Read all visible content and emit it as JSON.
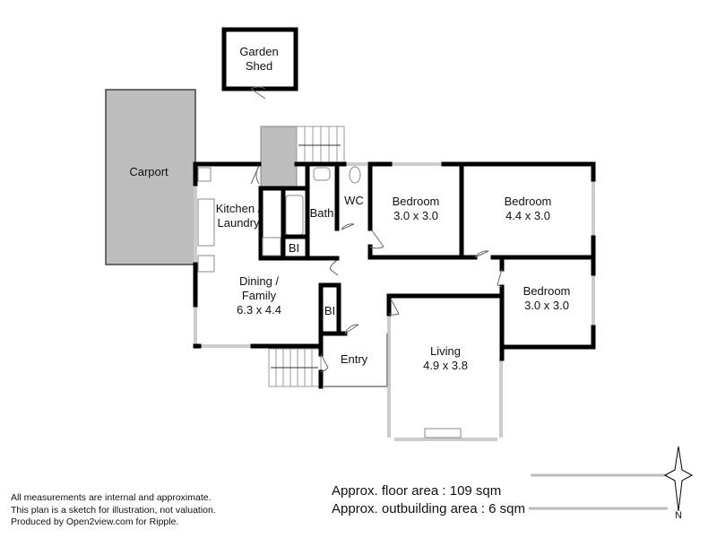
{
  "rooms": {
    "garden_shed": {
      "line1": "Garden",
      "line2": "Shed"
    },
    "carport": {
      "name": "Carport"
    },
    "kitchen": {
      "line1": "Kitchen /",
      "line2": "Laundry"
    },
    "bath": {
      "name": "Bath"
    },
    "wc": {
      "name": "WC"
    },
    "bi_1": {
      "name": "BI"
    },
    "bi_2": {
      "name": "BI"
    },
    "bedroom_1": {
      "name": "Bedroom",
      "size": "3.0 x 3.0"
    },
    "bedroom_2": {
      "name": "Bedroom",
      "size": "4.4 x 3.0"
    },
    "bedroom_3": {
      "name": "Bedroom",
      "size": "3.0 x 3.0"
    },
    "dining": {
      "line1": "Dining /",
      "line2": "Family",
      "size": "6.3 x 4.4"
    },
    "entry": {
      "name": "Entry"
    },
    "living": {
      "name": "Living",
      "size": "4.9 x 3.8"
    }
  },
  "disclaimer": [
    "All measurements are internal and approximate.",
    "This plan is a sketch for illustration, not valuation.",
    "Produced by Open2view.com for Ripple."
  ],
  "areas": {
    "floor": "Approx. floor area : 109 sqm",
    "outbuilding": "Approx. outbuilding area : 6 sqm"
  },
  "compass": {
    "label": "N"
  },
  "colors": {
    "wall": "#000000",
    "carport": "#bdbdbd",
    "window": "#cccccc"
  }
}
